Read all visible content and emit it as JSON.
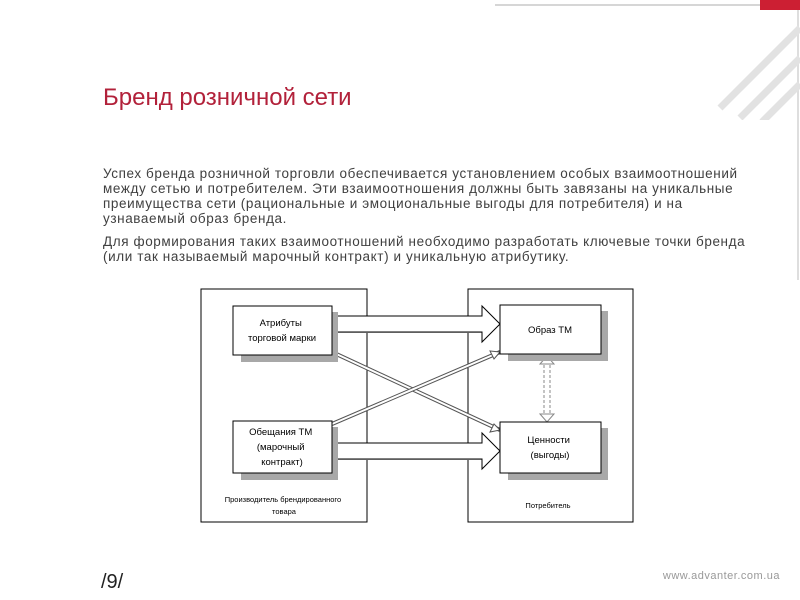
{
  "slide": {
    "title": "Бренд розничной сети",
    "paragraphs": [
      "Успех бренда розничной торговли обеспечивается установлением особых взаимоотношений между сетью и потребителем. Эти взаимоотношения должны быть завязаны на уникальные преимущества сети (рациональные и эмоциональные выгоды для потребителя) и на узнаваемый образ бренда.",
      "Для формирования таких взаимоотношений необходимо разработать ключевые точки бренда (или так называемый марочный контракт) и уникальную атрибутику."
    ],
    "slide_number": "/9/",
    "website": "www.advanter.com.ua"
  },
  "diagram": {
    "producer_caption_lines": [
      "Производитель брендированного",
      "товара"
    ],
    "consumer_caption": "Потребитель",
    "attributes_lines": [
      "Атрибуты",
      "торговой марки"
    ],
    "promises_lines": [
      "Обещания ТМ",
      "(марочный",
      "контракт)"
    ],
    "image_lines": [
      "Образ ТМ"
    ],
    "values_lines": [
      "Ценности",
      "(выгоды)"
    ]
  }
}
